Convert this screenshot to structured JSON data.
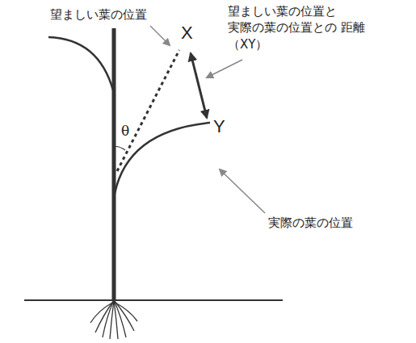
{
  "diagram": {
    "labels": [
      "望ましい葉の位置",
      "X",
      "望ましい葉の位置と 実際の葉の位置との 距離（XY）",
      "θ",
      "Y",
      "実際の葉の位置"
    ]
  }
}
